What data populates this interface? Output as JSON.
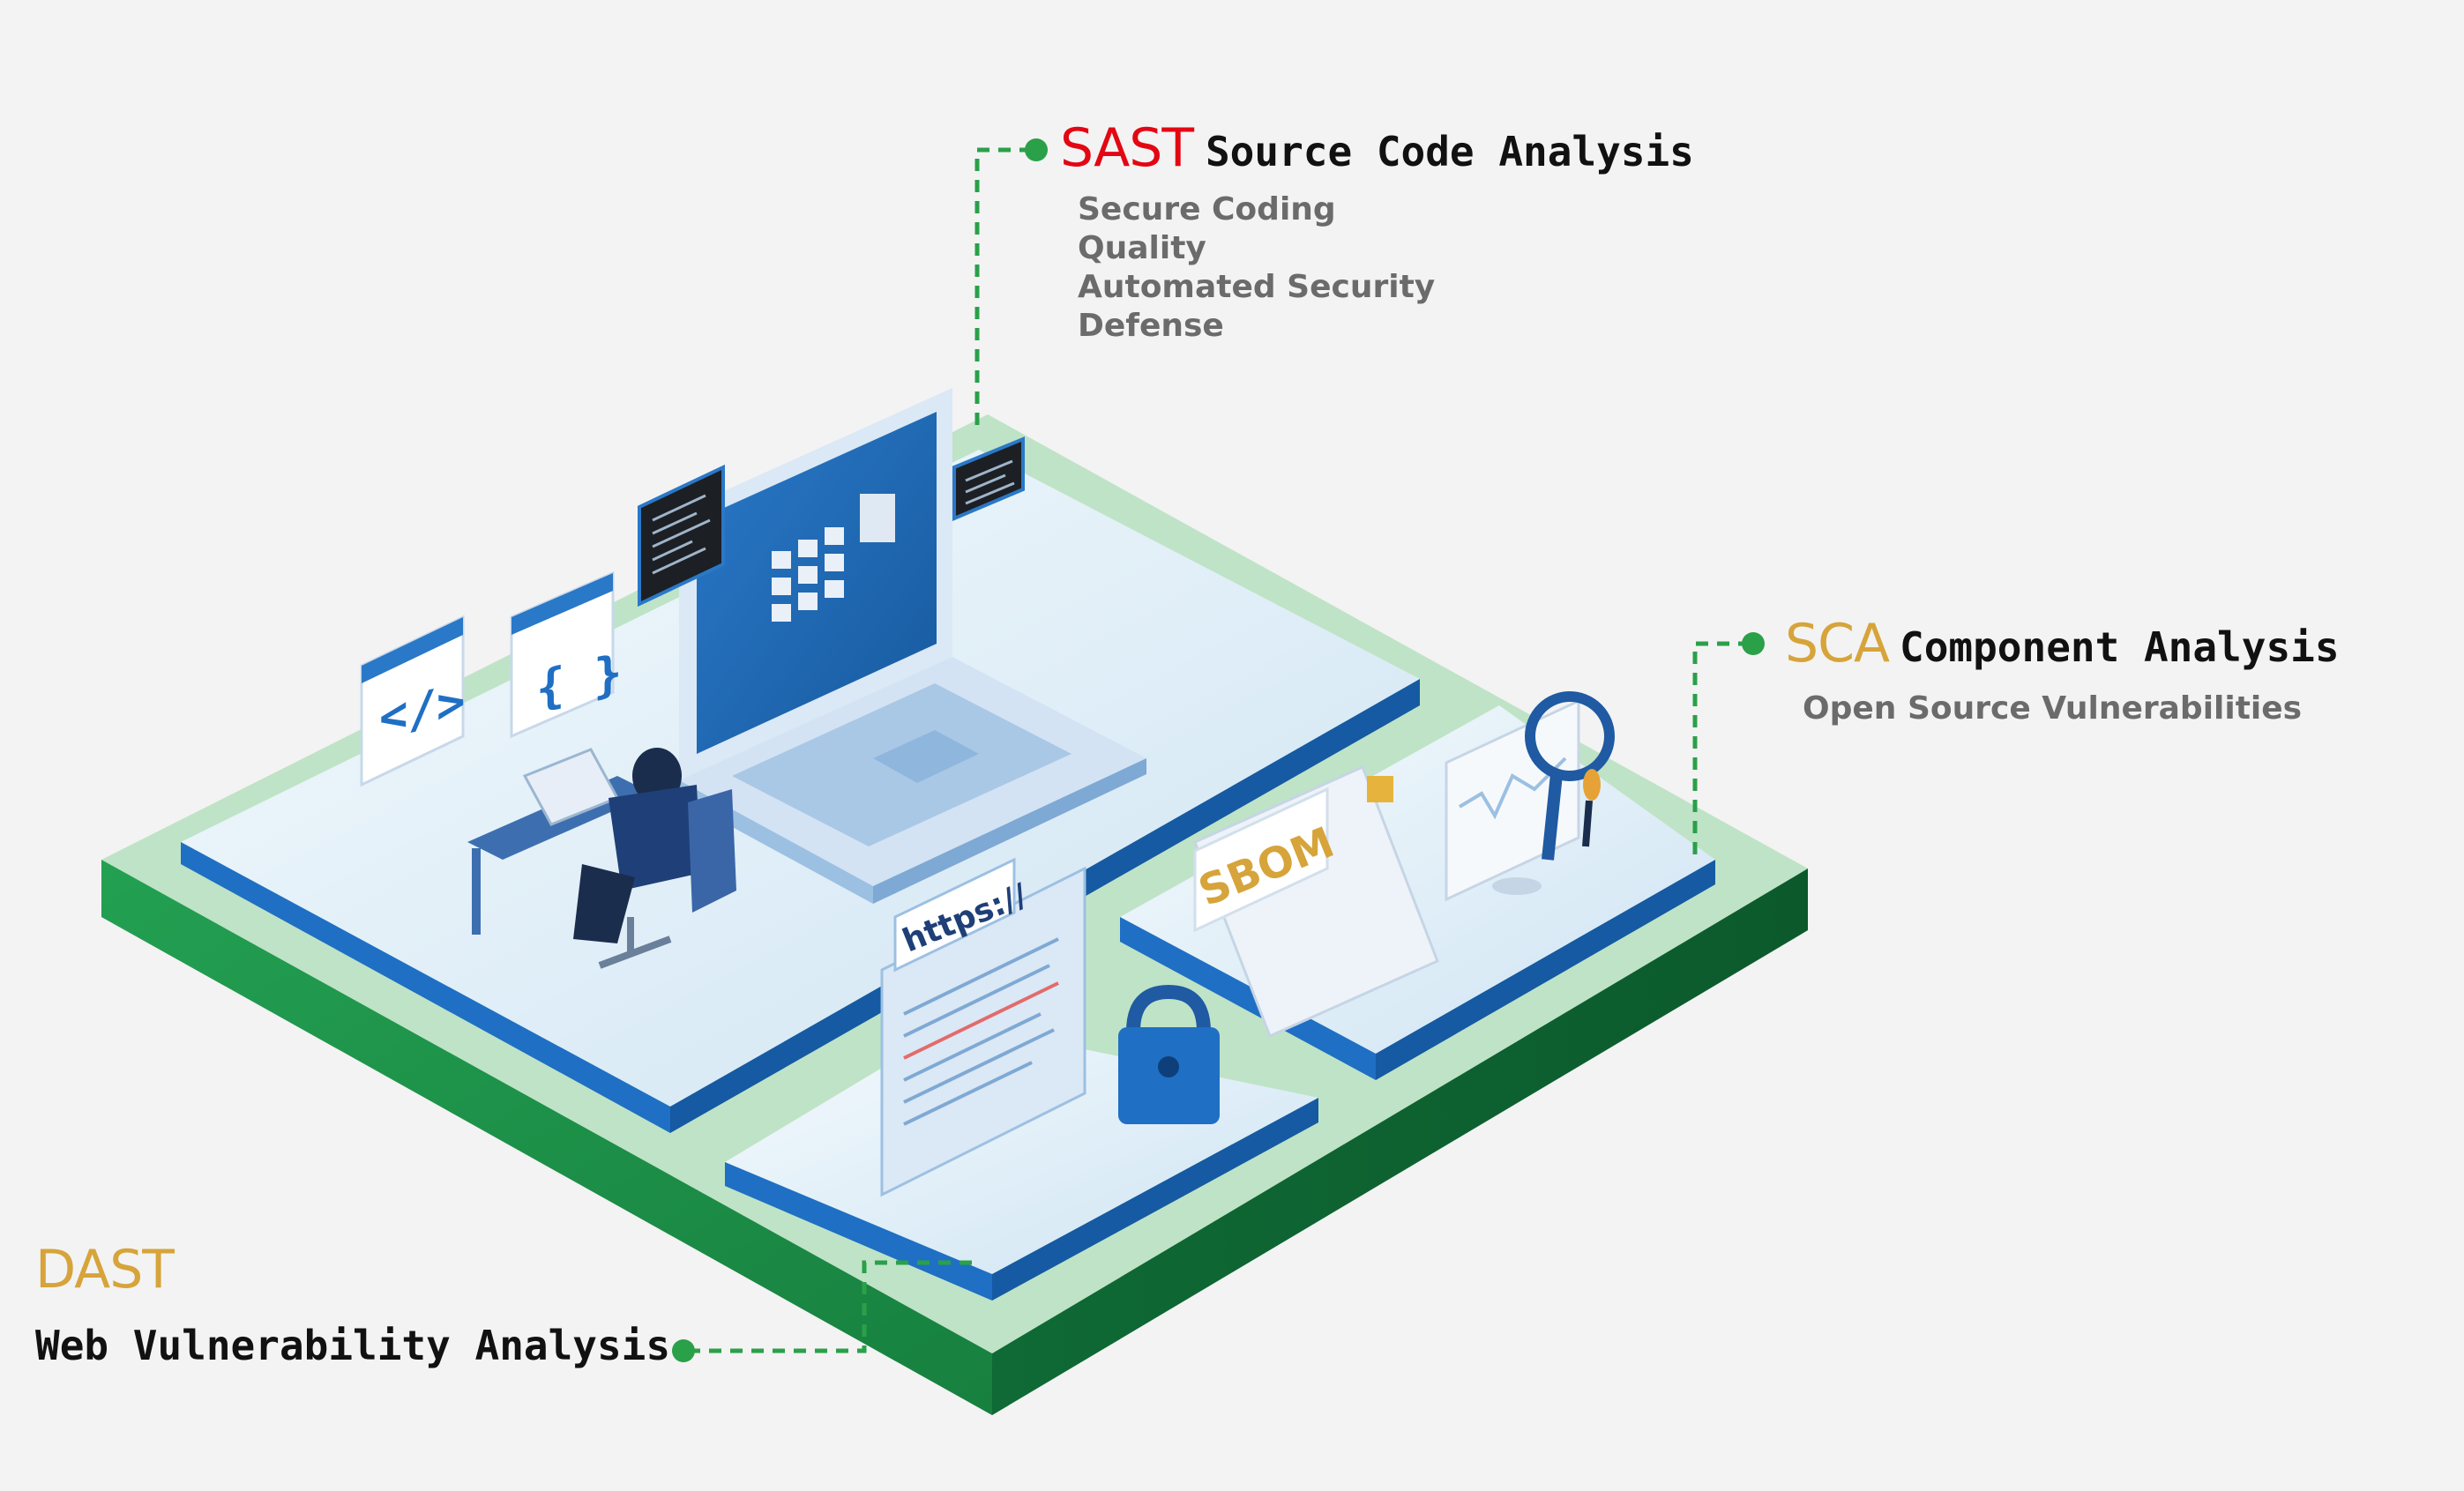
{
  "colors": {
    "sast_accent": "#e30613",
    "sca_accent": "#d6a43a",
    "dast_accent": "#d6a43a",
    "connector": "#2aa049",
    "base_green": "#1f8f48",
    "platform_blue": "#1f6fc4"
  },
  "sast": {
    "acronym": "SAST",
    "title": "Source Code Analysis",
    "items": [
      "Secure Coding",
      "Quality",
      "Automated Security",
      "Defense"
    ]
  },
  "sca": {
    "acronym": "SCA",
    "title": "Component Analysis",
    "items": [
      "Open Source Vulnerabilities"
    ]
  },
  "dast": {
    "acronym": "DAST",
    "title": "Web Vulnerability Analysis"
  },
  "illustration": {
    "code_window_1": "</>",
    "code_window_2": "{ }",
    "sbom_label": "SBOM",
    "url_label": "https://",
    "icons": [
      "developer-figure",
      "laptop-icon",
      "magnifier-icon",
      "lock-icon",
      "document-icon",
      "chart-monitor-icon"
    ]
  }
}
